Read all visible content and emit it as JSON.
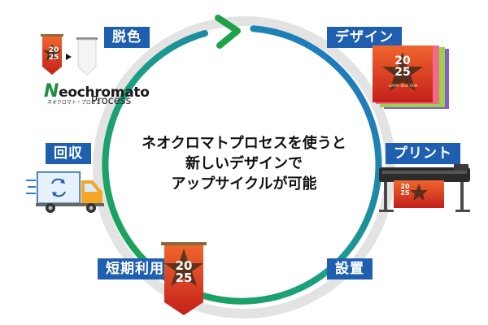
{
  "center": {
    "line1": "ネオクロマトプロセスを使うと",
    "line2": "新しいデザインで",
    "line3": "アップサイクルが可能"
  },
  "steps": {
    "decolor": "脱色",
    "design": "デザイン",
    "print": "プリント",
    "install": "設置",
    "short_term_use": "短期利用",
    "collect": "回収"
  },
  "brand": {
    "name_initial": "N",
    "name_rest": "eochromato",
    "subtitle": "ネオクロマト・プロセス",
    "process": "Process"
  },
  "banner": {
    "year_top": "20",
    "year_bottom": "25",
    "greeting": "HAPPY NEW YEAR"
  },
  "colors": {
    "label_bg": "#1f5fb0",
    "arrow_green": "#1ea34a",
    "arrow_blue": "#1f6fd0",
    "ring_gray": "#e3e3e3",
    "banner_red": "#e03a24"
  }
}
